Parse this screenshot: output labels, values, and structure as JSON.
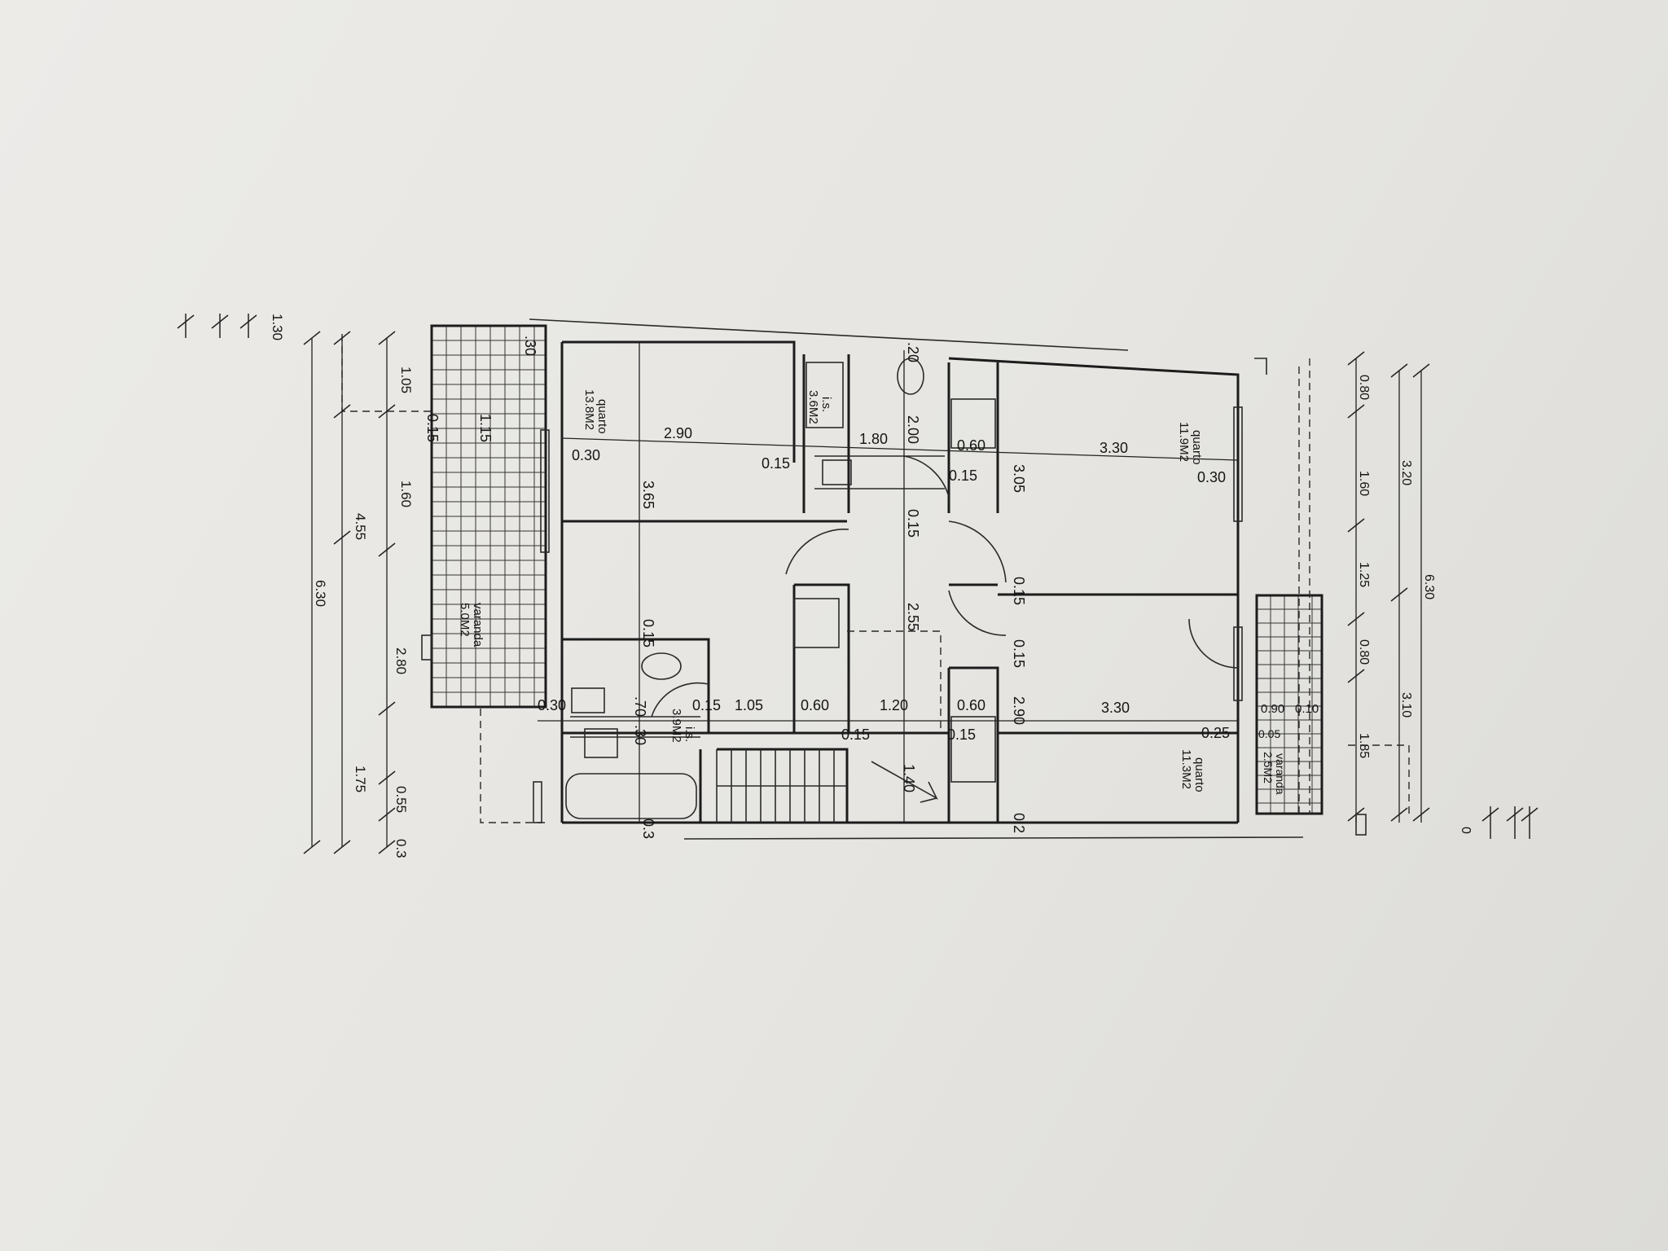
{
  "rooms": [
    {
      "id": "quarto-nw",
      "name": "quarto",
      "area": "13.8M2"
    },
    {
      "id": "is-top",
      "name": "i.s.",
      "area": "3.6M2"
    },
    {
      "id": "quarto-ne",
      "name": "quarto",
      "area": "11.9M2"
    },
    {
      "id": "varanda-w",
      "name": "varanda",
      "area": "5.0M2"
    },
    {
      "id": "is-bottom",
      "name": "i.s.",
      "area": "3.9M2"
    },
    {
      "id": "quarto-se",
      "name": "quarto",
      "area": "11.3M2"
    },
    {
      "id": "varanda-e",
      "name": "varanda",
      "area": "2.5M2"
    }
  ],
  "dims_left_outer": {
    "total": "6.30",
    "top": "1.30"
  },
  "dims_left_mid": {
    "a": "4.55",
    "b": "1.75",
    "c": "0.55"
  },
  "dims_left_inner": {
    "a": "1.05",
    "b": "1.60",
    "c": "2.80",
    "d": "0.3"
  },
  "dims_right_inner": {
    "a": "0.80",
    "b": "1.60",
    "c": "1.25",
    "d": "0.80",
    "e": "1.85"
  },
  "dims_right_mid": {
    "a": "3.20",
    "b": "3.10"
  },
  "dims_right_outer": {
    "total": "6.30",
    "zero": "0"
  },
  "dims_inner": {
    "d2_90": "2.90",
    "d3_65": "3.65",
    "d0_30a": "0.30",
    "d0_15a": "0.15",
    "d0_15b": "0.15",
    "d1_15": "1.15",
    "d0_30top": ".30",
    "d1_80": "1.80",
    "d2_00": "2.00",
    "d_20": ".20",
    "d0_60a": "0.60",
    "d0_15c": "0.15",
    "d3_30a": "3.30",
    "d3_05": "3.05",
    "d0_30b": "0.30",
    "d0_15d": "0.15",
    "d2_55": "2.55",
    "d0_15e": "0.15",
    "d0_15f": "0.15",
    "d0_30c": "0.30",
    "d_70": ".70",
    "d_30": ".30",
    "d0_15g": "0.15",
    "d1_05": "1.05",
    "d0_60b": "0.60",
    "d1_20": "1.20",
    "d0_60c": "0.60",
    "d2_90b": "2.90",
    "d3_30b": "3.30",
    "d0_15h": "0.15",
    "d0_15i": "0.15",
    "d1_40": "1.40",
    "d0_25": "0.25",
    "d0_05": "0.05",
    "d0_90": "0.90",
    "d0_10": "0.10",
    "d0_3": "0.3",
    "d0_2": "0.2",
    "d0_15j": "0.15"
  }
}
